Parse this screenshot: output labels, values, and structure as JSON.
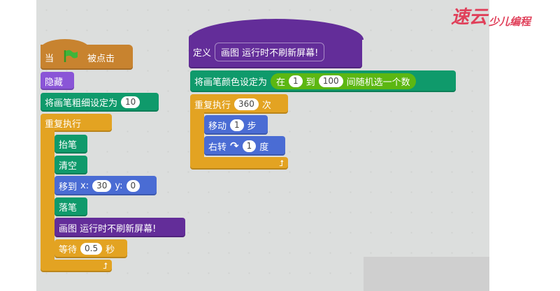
{
  "logo": {
    "text": "速云少儿编程",
    "main": "速云",
    "sub": "少儿编程",
    "color": "#e0405a"
  },
  "script1": {
    "hat": {
      "when": "当",
      "flag_icon": "green-flag-icon",
      "clicked": "被点击"
    },
    "hide": "隐藏",
    "pen_size": {
      "label": "将画笔粗细设定为",
      "value": "10"
    },
    "forever": "重复执行",
    "pen_up": "抬笔",
    "clear": "清空",
    "goto": {
      "label": "移到",
      "x_label": "x:",
      "x": "30",
      "y_label": "y:",
      "y": "0"
    },
    "pen_down": "落笔",
    "draw_call": "画图 运行时不刷新屏幕!",
    "wait": {
      "label": "等待",
      "value": "0.5",
      "unit": "秒"
    }
  },
  "script2": {
    "define": {
      "label": "定义",
      "name": "画图 运行时不刷新屏幕!"
    },
    "pen_color": {
      "label": "将画笔颜色设定为",
      "pick_in": "在",
      "from": "1",
      "to_label": "到",
      "to": "100",
      "pick_end": "间随机选一个数"
    },
    "repeat": {
      "label": "重复执行",
      "value": "360",
      "unit": "次"
    },
    "move": {
      "label": "移动",
      "value": "1",
      "unit": "步"
    },
    "turn": {
      "label": "右转",
      "value": "1",
      "unit": "度"
    }
  },
  "colors": {
    "pen": "#0f9a6b",
    "looks": "#8a55d7",
    "custom": "#632d99",
    "motion": "#4a6cd4",
    "control": "#e3a322",
    "events": "#c8832f",
    "operators": "#5cb712"
  }
}
